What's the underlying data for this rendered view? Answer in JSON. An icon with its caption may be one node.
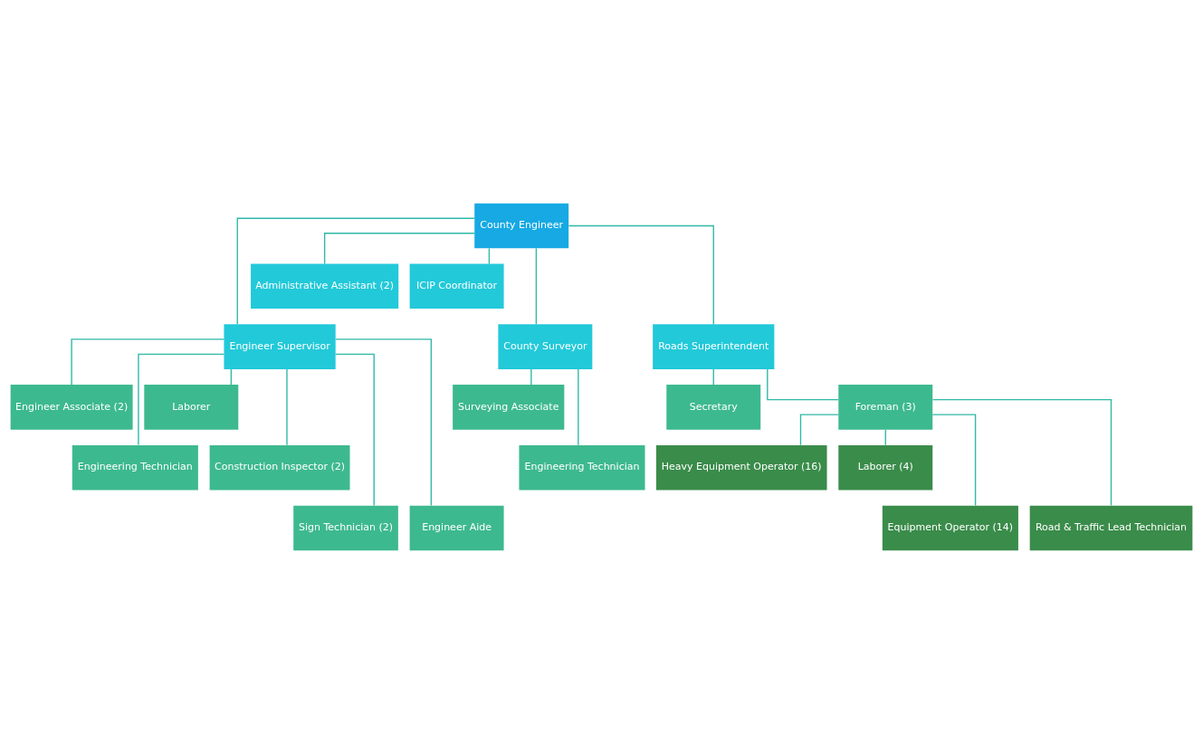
{
  "diagram": {
    "nodes": [
      {
        "text": [
          "County Engineer"
        ]
      },
      {
        "text": [
          "Administrative Assistant (2)"
        ]
      },
      {
        "text": [
          "ICIP Coordinator"
        ]
      },
      {
        "text": [
          "Engineer Supervisor"
        ]
      },
      {
        "text": [
          "County Surveyor"
        ]
      },
      {
        "text": [
          "Roads Superintendent"
        ]
      },
      {
        "text": [
          "Engineer Associate (2)"
        ]
      },
      {
        "text": [
          "Laborer"
        ]
      },
      {
        "text": [
          "Engineering Technician"
        ]
      },
      {
        "text": [
          "Construction Inspector (2)"
        ]
      },
      {
        "text": [
          "Sign Technician (2)"
        ]
      },
      {
        "text": [
          "Engineer Aide"
        ]
      },
      {
        "text": [
          "Surveying Associate"
        ]
      },
      {
        "text": [
          "Engineering Technician"
        ]
      },
      {
        "text": [
          "Secretary"
        ]
      },
      {
        "text": [
          "Foreman (3)"
        ]
      },
      {
        "text": [
          "Heavy Equipment Operator (16)"
        ]
      },
      {
        "text": [
          "Laborer (4)"
        ]
      },
      {
        "text": [
          "Equipment Operator (14)"
        ]
      },
      {
        "text": [
          "Road & Traffic Lead Technician"
        ]
      }
    ],
    "edges": [
      {
        "from": 0,
        "to": 1,
        "arrow": "none"
      },
      {
        "from": 0,
        "to": 2,
        "arrow": "none"
      },
      {
        "from": 0,
        "to": 3,
        "arrow": "none"
      },
      {
        "from": 0,
        "to": 4,
        "arrow": "none"
      },
      {
        "from": 0,
        "to": 5,
        "arrow": "none"
      },
      {
        "from": 3,
        "to": 6,
        "arrow": "none"
      },
      {
        "from": 3,
        "to": 7,
        "arrow": "none"
      },
      {
        "from": 3,
        "to": 8,
        "arrow": "none"
      },
      {
        "from": 3,
        "to": 9,
        "arrow": "none"
      },
      {
        "from": 3,
        "to": 10,
        "arrow": "none"
      },
      {
        "from": 3,
        "to": 11,
        "arrow": "none"
      },
      {
        "from": 4,
        "to": 12,
        "arrow": "none"
      },
      {
        "from": 4,
        "to": 13,
        "arrow": "none"
      },
      {
        "from": 5,
        "to": 14,
        "arrow": "none"
      },
      {
        "from": 5,
        "to": 15,
        "arrow": "none"
      },
      {
        "from": 15,
        "to": 16,
        "arrow": "none"
      },
      {
        "from": 15,
        "to": 17,
        "arrow": "none"
      },
      {
        "from": 15,
        "to": 18,
        "arrow": "none"
      },
      {
        "from": 15,
        "to": 19,
        "arrow": "none"
      }
    ]
  }
}
